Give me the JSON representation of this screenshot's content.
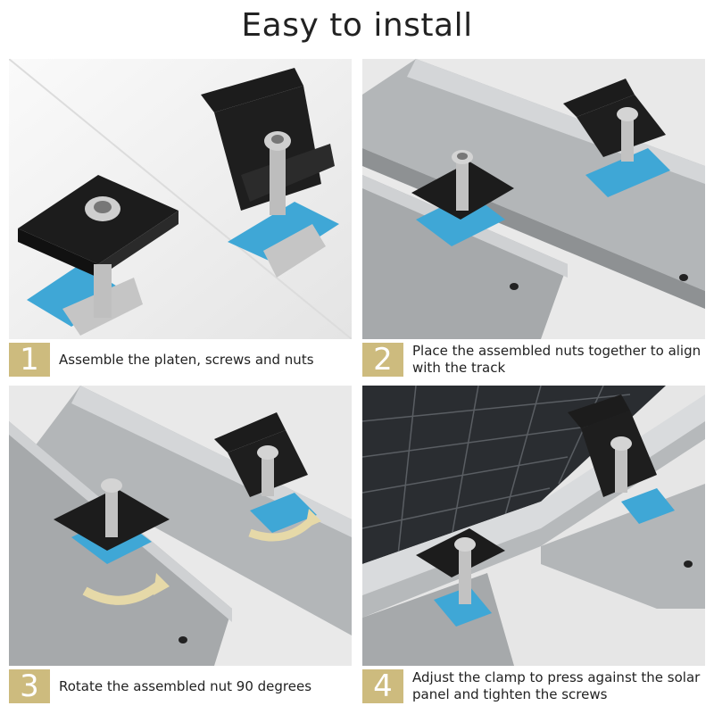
{
  "title": "Easy to install",
  "colors": {
    "accent": "#cdbb7e",
    "clamp": "#1a1a1a",
    "nut": "#3fa7d6",
    "rail": "#a9acae"
  },
  "steps": [
    {
      "number": "1",
      "text": "Assemble the platen, screws and nuts"
    },
    {
      "number": "2",
      "text": "Place the assembled nuts together to align with the track"
    },
    {
      "number": "3",
      "text": "Rotate the assembled nut 90 degrees"
    },
    {
      "number": "4",
      "text": "Adjust the clamp to press against the solar panel and tighten the screws"
    }
  ]
}
